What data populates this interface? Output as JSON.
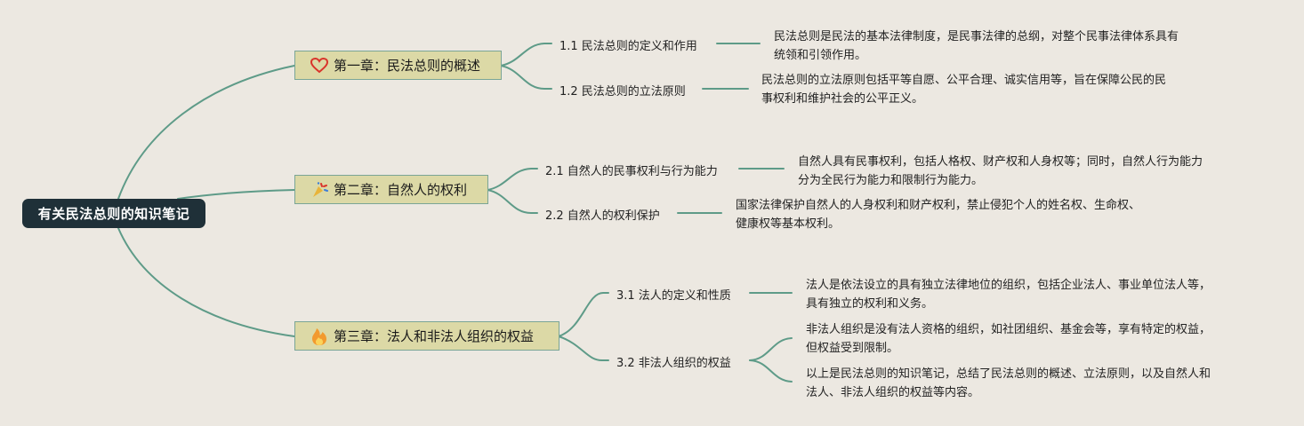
{
  "root": {
    "label": "有关民法总则的知识笔记"
  },
  "chapters": [
    {
      "label": "第一章：民法总则的概述",
      "icon": "heart-icon",
      "subs": [
        {
          "label": "1.1 民法总则的定义和作用",
          "desc": [
            "民法总则是民法的基本法律制度，是民事法律的总纲，对整个民事法律体系具有",
            "统领和引领作用。"
          ]
        },
        {
          "label": "1.2 民法总则的立法原则",
          "desc": [
            "民法总则的立法原则包括平等自愿、公平合理、诚实信用等，旨在保障公民的民",
            "事权利和维护社会的公平正义。"
          ]
        }
      ]
    },
    {
      "label": "第二章：自然人的权利",
      "icon": "party-popper-icon",
      "subs": [
        {
          "label": "2.1 自然人的民事权利与行为能力",
          "desc": [
            "自然人具有民事权利，包括人格权、财产权和人身权等；同时，自然人行为能力",
            "分为全民行为能力和限制行为能力。"
          ]
        },
        {
          "label": "2.2 自然人的权利保护",
          "desc": [
            "国家法律保护自然人的人身权利和财产权利，禁止侵犯个人的姓名权、生命权、",
            "健康权等基本权利。"
          ]
        }
      ]
    },
    {
      "label": "第三章：法人和非法人组织的权益",
      "icon": "fire-icon",
      "subs": [
        {
          "label": "3.1 法人的定义和性质",
          "desc": [
            "法人是依法设立的具有独立法律地位的组织，包括企业法人、事业单位法人等，",
            "具有独立的权利和义务。"
          ]
        },
        {
          "label": "3.2 非法人组织的权益",
          "desc": [
            "非法人组织是没有法人资格的组织，如社团组织、基金会等，享有特定的权益，",
            "但权益受到限制。"
          ],
          "desc2": [
            "以上是民法总则的知识笔记，总结了民法总则的概述、立法原则，以及自然人和",
            "法人、非法人组织的权益等内容。"
          ]
        }
      ]
    }
  ],
  "colors": {
    "background": "#ece8e1",
    "root": "#1f3038",
    "chapter_fill": "#dcd9a6",
    "line": "#5e9b88"
  }
}
